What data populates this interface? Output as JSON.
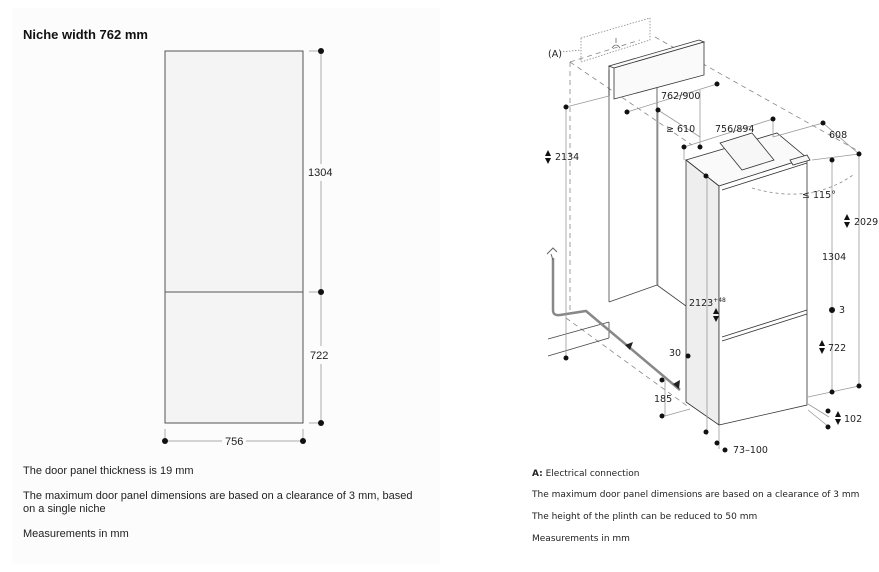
{
  "left": {
    "title": "Niche width 762 mm",
    "dimensions": {
      "upper_door_height": "1304",
      "lower_door_height": "722",
      "door_width": "756"
    },
    "notes": [
      "The door panel thickness is 19 mm",
      "The maximum door panel dimensions are based on a clearance of 3 mm, based",
      "on a single niche",
      "Measurements in mm"
    ]
  },
  "right": {
    "labels": {
      "electrical_marker": "(A)",
      "niche_width": "762/900",
      "niche_depth_min": "≥ 610",
      "appliance_width": "756/894",
      "appliance_depth": "608",
      "door_angle": "≤ 115°",
      "niche_height": "2134",
      "appliance_height": "2029",
      "upper_door": "1304",
      "niche_height_range": "2123",
      "niche_height_tolerance": "+48",
      "gap": "3",
      "lower_door": "722",
      "plinth_offset": "30",
      "plinth_depth": "185",
      "plinth_height": "102",
      "plinth_setback": "73–100"
    },
    "legend_key": "A:",
    "legend_text": " Electrical connection",
    "notes": [
      "The maximum door panel dimensions are based on a clearance of 3 mm",
      "The height of the plinth can be reduced to 50 mm",
      "Measurements in mm"
    ]
  }
}
